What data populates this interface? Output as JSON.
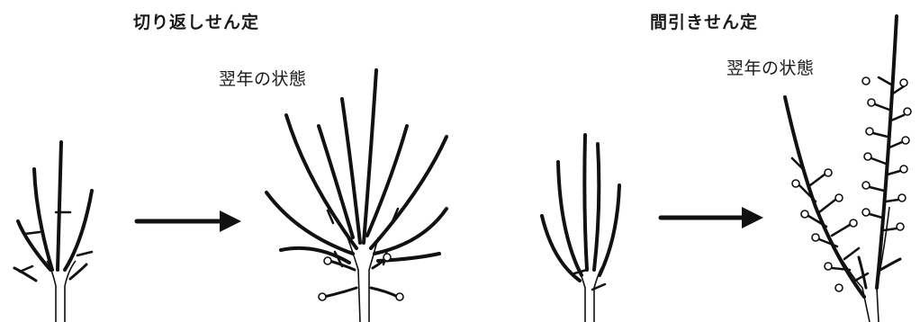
{
  "headings": {
    "heading_back": "切り返しせん定",
    "heading_thin": "間引きせん定"
  },
  "captions": {
    "caption_next_year_left": "翌年の状態",
    "caption_next_year_right": "翌年の状態"
  },
  "colors": {
    "ink": "#111111",
    "background": "#ffffff"
  }
}
